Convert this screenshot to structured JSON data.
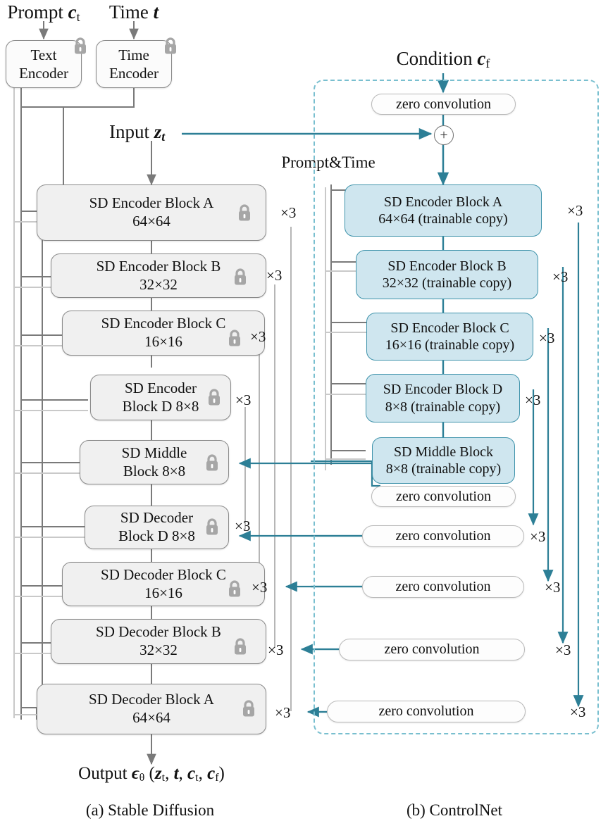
{
  "meta": {
    "title": "ControlNet architecture: Stable Diffusion vs ControlNet",
    "colors": {
      "trainable_fill": "#cfe6ef",
      "trainable_border": "#3f93ab",
      "locked_fill": "#f0f0f0",
      "locked_border": "#8a8a8a",
      "teal_wire": "#2d7f96",
      "gray_wire": "#7a7a7a",
      "light_gray_wire": "#c9c9c9",
      "dashed_boundary": "#79bfcf",
      "lock_icon": "#a6a6a6"
    }
  },
  "top_inputs": {
    "prompt_label": "Prompt",
    "prompt_symbol": "c",
    "prompt_subscript": "t",
    "time_label": "Time",
    "time_symbol": "t",
    "condition_label": "Condition",
    "condition_symbol": "c",
    "condition_subscript": "f",
    "input_label": "Input",
    "input_symbol": "z",
    "input_subscript": "t",
    "prompt_time_bus_label": "Prompt&Time"
  },
  "encoders": [
    {
      "name": "text-encoder",
      "line1": "Text",
      "line2": "Encoder",
      "locked": true
    },
    {
      "name": "time-encoder",
      "line1": "Time",
      "line2": "Encoder",
      "locked": true
    }
  ],
  "sd_blocks": [
    {
      "id": "enc-a",
      "line1": "SD Encoder Block A",
      "line2": "64×64",
      "mult": "×3",
      "locked": true
    },
    {
      "id": "enc-b",
      "line1": "SD Encoder Block B",
      "line2": "32×32",
      "mult": "×3",
      "locked": true
    },
    {
      "id": "enc-c",
      "line1": "SD Encoder Block C",
      "line2": "16×16",
      "mult": "×3",
      "locked": true
    },
    {
      "id": "enc-d",
      "line1": "SD Encoder",
      "line2": "Block D 8×8",
      "mult": "×3",
      "locked": true
    },
    {
      "id": "mid",
      "line1": "SD Middle",
      "line2": "Block 8×8",
      "mult": "",
      "locked": true
    },
    {
      "id": "dec-d",
      "line1": "SD Decoder",
      "line2": "Block D 8×8",
      "mult": "×3",
      "locked": true
    },
    {
      "id": "dec-c",
      "line1": "SD Decoder Block C",
      "line2": "16×16",
      "mult": "×3",
      "locked": true
    },
    {
      "id": "dec-b",
      "line1": "SD Decoder Block B",
      "line2": "32×32",
      "mult": "×3",
      "locked": true
    },
    {
      "id": "dec-a",
      "line1": "SD Decoder Block A",
      "line2": "64×64",
      "mult": "×3",
      "locked": true
    }
  ],
  "control_blocks": [
    {
      "id": "c-enc-a",
      "line1": "SD Encoder Block A",
      "line2": "64×64 (trainable copy)",
      "mult": "×3"
    },
    {
      "id": "c-enc-b",
      "line1": "SD Encoder Block B",
      "line2": "32×32 (trainable copy)",
      "mult": "×3"
    },
    {
      "id": "c-enc-c",
      "line1": "SD Encoder Block C",
      "line2": "16×16 (trainable copy)",
      "mult": "×3"
    },
    {
      "id": "c-enc-d",
      "line1": "SD Encoder Block D",
      "line2": "8×8 (trainable copy)",
      "mult": "×3"
    },
    {
      "id": "c-mid",
      "line1": "SD Middle Block",
      "line2": "8×8 (trainable copy)",
      "mult": ""
    }
  ],
  "zero_convolutions": [
    {
      "id": "zc-top",
      "label": "zero convolution",
      "mult": ""
    },
    {
      "id": "zc-mid",
      "label": "zero convolution",
      "mult": ""
    },
    {
      "id": "zc-decd",
      "label": "zero convolution",
      "mult": "×3"
    },
    {
      "id": "zc-decc",
      "label": "zero convolution",
      "mult": "×3"
    },
    {
      "id": "zc-decb",
      "label": "zero convolution",
      "mult": "×3"
    },
    {
      "id": "zc-deca",
      "label": "zero convolution",
      "mult": "×3"
    }
  ],
  "left_side_mults": [
    {
      "for": "dec-c",
      "mult": "×3"
    },
    {
      "for": "dec-b",
      "mult": "×3"
    },
    {
      "for": "dec-a",
      "mult": "×3"
    }
  ],
  "right_side_mults": [
    {
      "for": "zc-decd",
      "mult": "×3"
    },
    {
      "for": "zc-decc",
      "mult": "×3"
    },
    {
      "for": "zc-decb",
      "mult": "×3"
    },
    {
      "for": "zc-deca",
      "mult": "×3"
    }
  ],
  "output": {
    "prefix": "Output",
    "epsilon": "ϵ",
    "theta": "θ",
    "args_open": "(",
    "arg1": "z",
    "arg1_sub": "t",
    "arg2": "t",
    "arg3": "c",
    "arg3_sub": "t",
    "arg4": "c",
    "arg4_sub": "f",
    "args_close": ")"
  },
  "captions": {
    "left": "(a) Stable Diffusion",
    "right": "(b) ControlNet"
  },
  "icons": {
    "lock": "lock-icon",
    "plus": "plus-node",
    "arrow": "arrow-head"
  }
}
